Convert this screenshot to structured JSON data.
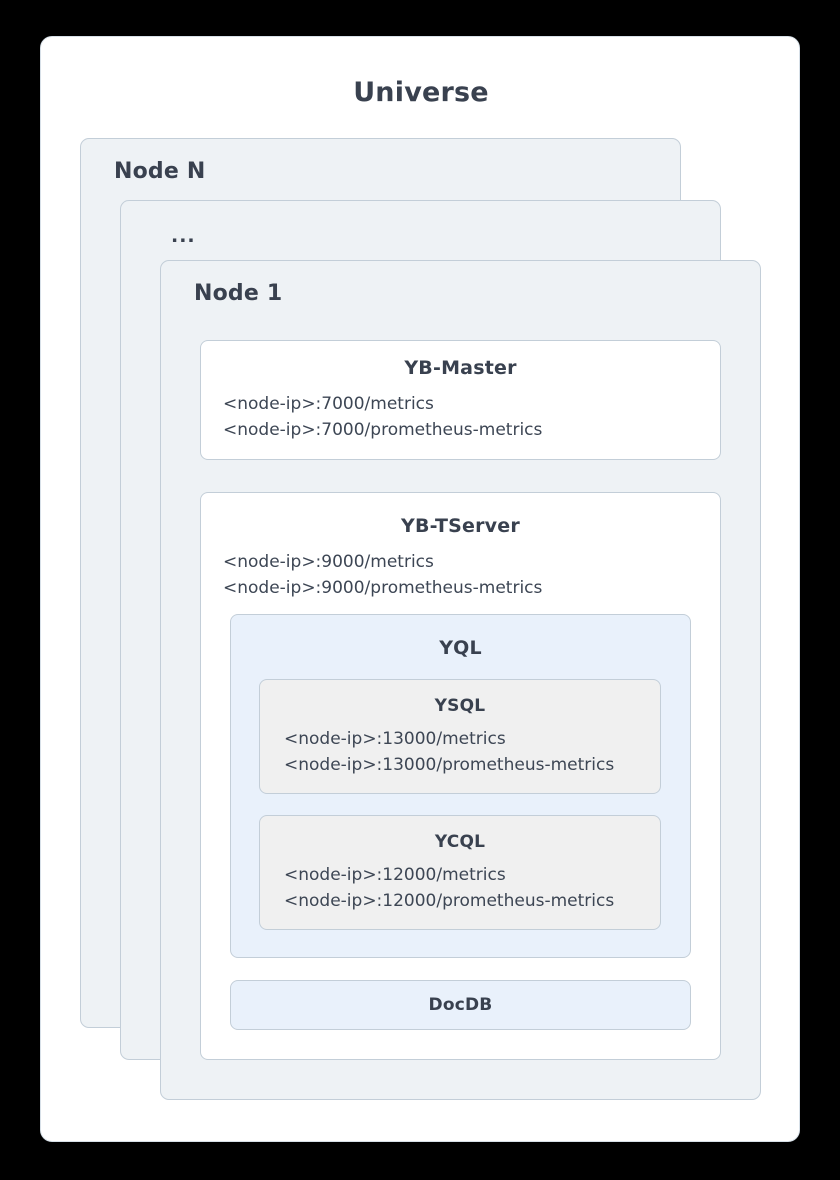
{
  "diagram": {
    "title": "Universe",
    "nodes": [
      {
        "label": "Node N"
      },
      {
        "label": "..."
      },
      {
        "label": "Node 1"
      }
    ],
    "components": {
      "yb_master": {
        "title": "YB-Master",
        "endpoints": [
          "<node-ip>:7000/metrics",
          "<node-ip>:7000/prometheus-metrics"
        ]
      },
      "yb_tserver": {
        "title": "YB-TServer",
        "endpoints": [
          "<node-ip>:9000/metrics",
          "<node-ip>:9000/prometheus-metrics"
        ]
      },
      "yql": {
        "title": "YQL"
      },
      "ysql": {
        "title": "YSQL",
        "endpoints": [
          "<node-ip>:13000/metrics",
          "<node-ip>:13000/prometheus-metrics"
        ]
      },
      "ycql": {
        "title": "YCQL",
        "endpoints": [
          "<node-ip>:12000/metrics",
          "<node-ip>:12000/prometheus-metrics"
        ]
      },
      "docdb": {
        "title": "DocDB"
      }
    },
    "colors": {
      "page_background": "#000000",
      "card_background": "#ffffff",
      "node_background": "#eef2f5",
      "node_border": "#c3ced8",
      "blue_box": "#e9f1fb",
      "gray_box": "#f0f0f0",
      "title_text": "#39414f",
      "body_text": "#3d4654"
    }
  }
}
